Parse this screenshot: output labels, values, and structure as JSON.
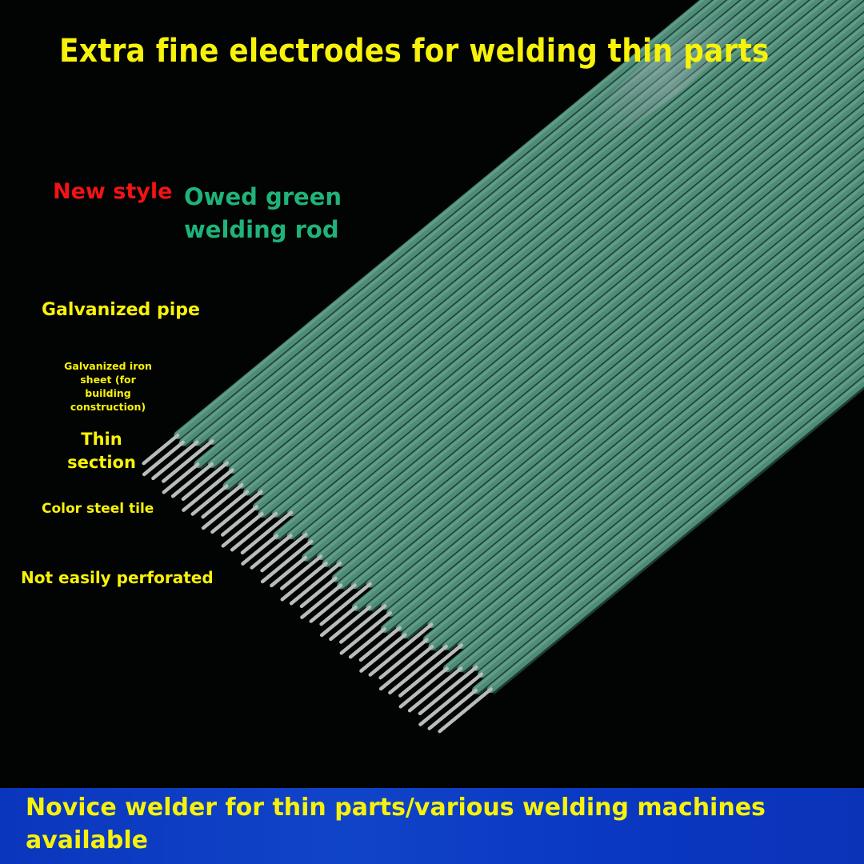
{
  "title": "Extra fine electrodes for welding thin parts",
  "badge": {
    "new_style": "New style",
    "product_name": "Owed green welding rod"
  },
  "features": [
    "Galvanized pipe",
    "Galvanized iron sheet (for building construction)",
    "Thin section",
    "Color steel tile",
    "Not easily perforated"
  ],
  "banner": {
    "text": "Novice welder for thin parts/various welding machines available"
  },
  "colors": {
    "background": "#020303",
    "title_text": "#f7f20a",
    "new_style_text": "#f01414",
    "product_name_text": "#1fb37a",
    "banner_bg": "#0a36bd",
    "rod_coating": "#4e8c78",
    "rod_tip": "#b8bcbc"
  },
  "image": {
    "subject": "bundle of green-coated welding electrodes with bare metal tips, arranged diagonally"
  }
}
